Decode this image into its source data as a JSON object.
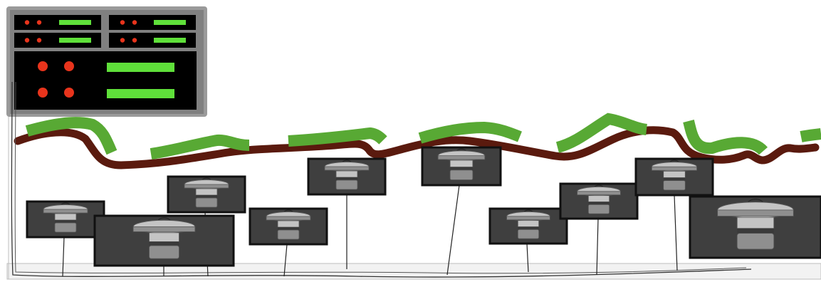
{
  "colors": {
    "background": "#ffffff",
    "rack_frame": "#9a9a9a",
    "rack_panel": "#000000",
    "indicator_led": "#e8341c",
    "indicator_bar": "#5fe03a",
    "trunk_brown": "#5a1a0e",
    "canopy_green": "#58a934",
    "box_fill": "#3f3f3f",
    "box_stroke": "#111111",
    "fan_light": "#c4c4c4",
    "fan_mid": "#8f8f8f",
    "fan_dark": "#3a3a3a",
    "wire": "#222222",
    "floor": "#f2f2f2"
  },
  "icons": {
    "control_rack": "server-rack-icon",
    "status_led": "status-led-icon",
    "status_bar": "status-bar-icon",
    "fan_unit": "fan-unit-icon",
    "cable": "cable-icon"
  },
  "rack": {
    "small_modules": [
      {
        "leds": 2,
        "bars": 1
      },
      {
        "leds": 2,
        "bars": 1
      },
      {
        "leds": 2,
        "bars": 1
      },
      {
        "leds": 2,
        "bars": 1
      }
    ],
    "large_module": {
      "leds": 4,
      "bars": 2
    }
  },
  "fan_units": [
    {
      "id": "unit-1"
    },
    {
      "id": "unit-2"
    },
    {
      "id": "unit-3"
    },
    {
      "id": "unit-4"
    },
    {
      "id": "unit-5"
    },
    {
      "id": "unit-6"
    },
    {
      "id": "unit-7"
    },
    {
      "id": "unit-8"
    },
    {
      "id": "unit-9"
    },
    {
      "id": "unit-10"
    },
    {
      "id": "unit-11"
    }
  ]
}
